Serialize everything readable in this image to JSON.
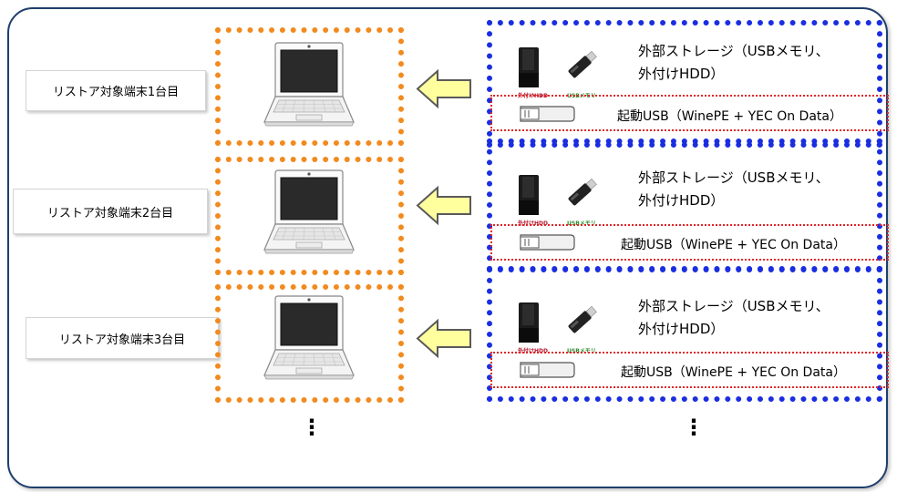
{
  "rows": [
    {
      "target_label": "リストア対象端末1台目",
      "storage_line1": "外部ストレージ（USBメモリ、",
      "storage_line2": "外付けHDD）",
      "hdd_caption": "外付けHDD",
      "usb_caption": "USBメモリ",
      "boot_label": "起動USB（WinePE + YEC On Data）"
    },
    {
      "target_label": "リストア対象端末2台目",
      "storage_line1": "外部ストレージ（USBメモリ、",
      "storage_line2": "外付けHDD）",
      "hdd_caption": "外付けHDD",
      "usb_caption": "USBメモリ",
      "boot_label": "起動USB（WinePE + YEC On Data）"
    },
    {
      "target_label": "リストア対象端末3台目",
      "storage_line1": "外部ストレージ（USBメモリ、",
      "storage_line2": "外付けHDD）",
      "hdd_caption": "外付けHDD",
      "usb_caption": "USBメモリ",
      "boot_label": "起動USB（WinePE + YEC On Data）"
    }
  ],
  "ellipsis": "⋮",
  "colors": {
    "frame": "#1f3e6c",
    "terminal_border": "#f28a1e",
    "storage_border": "#1a2ee0",
    "boot_border": "#e0262a",
    "arrow_fill": "#ffff9e",
    "arrow_stroke": "#5a5a5a"
  }
}
